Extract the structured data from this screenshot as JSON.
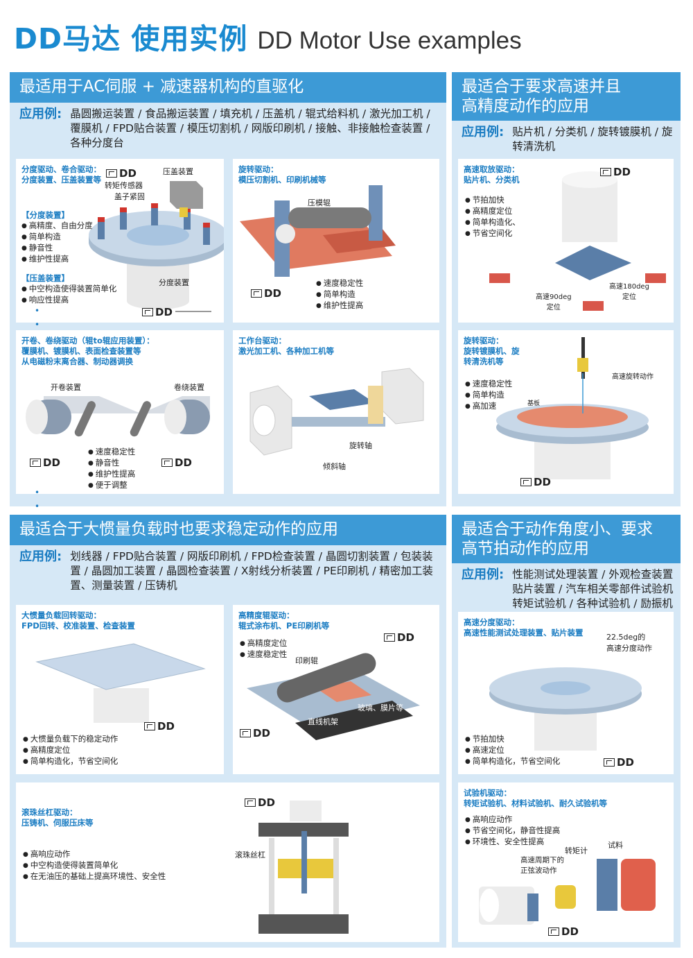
{
  "title": {
    "cn": "DD马达 使用实例",
    "en": "DD Motor Use examples"
  },
  "dd_logo": "DD",
  "sections": {
    "s1": {
      "heading": "最适用于AC伺服 + 减速器机构的直驱化",
      "apps_label": "应用例:",
      "apps_text": "晶圆搬运装置 / 食品搬运装置 / 填充机 / 压盖机 / 辊式给料机 / 激光加工机 / 覆膜机 / FPD贴合装置 / 模压切割机 / 网版印刷机 / 接触、非接触检查装置 / 各种分度台",
      "p1": {
        "heading": "分度驱动、卷合驱动：\n分度装置、压盖装置等",
        "labels": {
          "cap": "压盖装置",
          "torque": "转矩传感器",
          "lid": "盖子紧固",
          "index": "分度装置"
        },
        "group1_title": "【分度装置】",
        "group1": [
          "高精度、自由分度",
          "简单构造",
          "静音性",
          "维护性提高"
        ],
        "group2_title": "【压盖装置】",
        "group2": [
          "中空构造使得装置简单化",
          "响应性提高"
        ]
      },
      "p2": {
        "heading": "旋转驱动：\n模压切割机、印刷机械等",
        "labels": {
          "roll": "压模辊"
        },
        "bullets": [
          "速度稳定性",
          "简单构造",
          "维护性提高"
        ]
      },
      "p3": {
        "heading": "开卷、卷绕驱动（辊to辊应用装置）：\n覆膜机、镀膜机、表面检查装置等\n从电磁粉末离合器、制动器调换",
        "labels": {
          "unwind": "开卷装置",
          "wind": "卷绕装置"
        },
        "bullets": [
          "速度稳定性",
          "静音性",
          "维护性提高",
          "便于调整"
        ]
      },
      "p4": {
        "heading": "工作台驱动：\n激光加工机、各种加工机等",
        "labels": {
          "rot": "旋转轴",
          "tilt": "倾斜轴"
        }
      }
    },
    "s2": {
      "heading": "最适合于要求高速并且\n高精度动作的应用",
      "apps_label": "应用例:",
      "apps_text": "贴片机 / 分类机 / 旋转镀膜机 / 旋转清洗机",
      "p1": {
        "heading": "高速取放驱动：\n贴片机、分类机",
        "bullets": [
          "节拍加快",
          "高精度定位",
          "简单构造化、",
          "节省空间化"
        ],
        "labels": {
          "a90": "高速90deg\n定位",
          "a180": "高速180deg\n定位"
        }
      },
      "p2": {
        "heading": "旋转驱动：\n旋转镀膜机、旋\n转清洗机等",
        "bullets": [
          "速度稳定性",
          "简单构造",
          "高加速"
        ],
        "labels": {
          "hs": "高速旋转动作",
          "sub": "基板"
        }
      }
    },
    "s3": {
      "heading": "最适合于大惯量负载时也要求稳定动作的应用",
      "apps_label": "应用例:",
      "apps_text": "划线器 / FPD贴合装置 / 网版印刷机 / FPD检查装置 / 晶圆切割装置 / 包装装置 / 晶圆加工装置 / 晶圆检查装置 / X射线分析装置 / PE印刷机 / 精密加工装置、测量装置 / 压铸机",
      "p1": {
        "heading": "大惯量负载回转驱动：\nFPD回转、校准装置、检查装置",
        "bullets": [
          "大惯量负载下的稳定动作",
          "高精度定位",
          "简单构造化，节省空间化"
        ]
      },
      "p2": {
        "heading": "高精度辊驱动：\n辊式涂布机、PE印刷机等",
        "bullets": [
          "高精度定位",
          "速度稳定性"
        ],
        "labels": {
          "roll": "印刷辊",
          "glass": "玻璃、膜片等",
          "rail": "直线机架"
        }
      },
      "p3": {
        "heading": "滚珠丝杠驱动：\n压铸机、伺服压床等",
        "bullets": [
          "高响应动作",
          "中空构造使得装置简单化",
          "在无油压的基础上提高环境性、安全性"
        ],
        "labels": {
          "screw": "滚珠丝杠"
        }
      }
    },
    "s4": {
      "heading": "最适合于动作角度小、要求\n高节拍动作的应用",
      "apps_label": "应用例:",
      "apps_text": "性能测试处理装置 / 外观检查装置 贴片装置 / 汽车相关零部件试验机 转矩试验机 / 各种试验机 / 励振机",
      "p1": {
        "heading": "高速分度驱动：\n高速性能测试处理装置、贴片装置",
        "bullets": [
          "节拍加快",
          "高速定位",
          "简单构造化，节省空间化"
        ],
        "labels": {
          "idx": "22.5deg的\n高速分度动作"
        }
      },
      "p2": {
        "heading": "试验机驱动：\n转矩试验机、材料试验机、耐久试验机等",
        "bullets": [
          "高响应动作",
          "节省空间化，静音性提高",
          "环境性、安全性提高"
        ],
        "labels": {
          "sine": "高速周期下的\n正弦波动作",
          "tm": "转矩计",
          "spec": "试料"
        }
      }
    }
  }
}
